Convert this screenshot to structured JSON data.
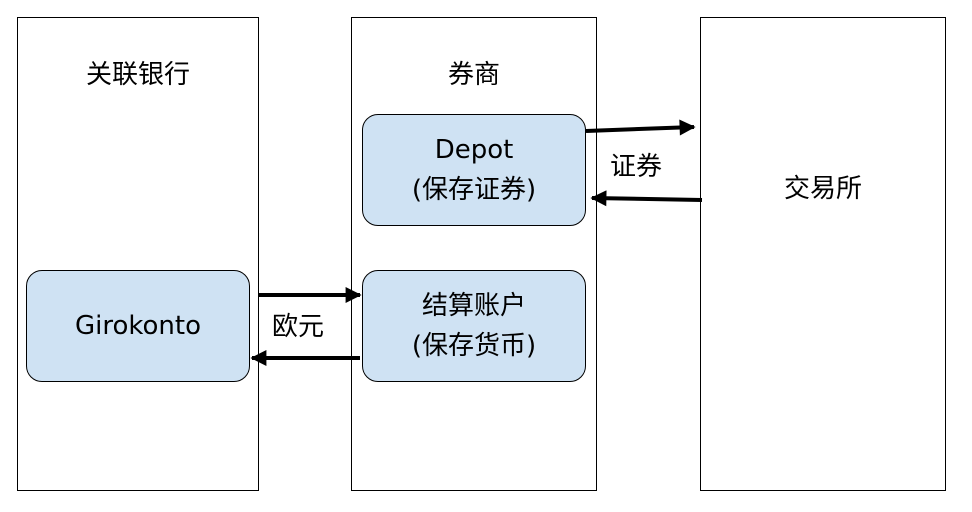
{
  "columns": {
    "bank": {
      "title": "关联银行"
    },
    "broker": {
      "title": "券商"
    },
    "exchange": {
      "title": "交易所"
    }
  },
  "boxes": {
    "girokonto": {
      "line1": "Girokonto"
    },
    "depot": {
      "line1": "Depot",
      "line2": "(保存证券)"
    },
    "settlement": {
      "line1": "结算账户",
      "line2": "(保存货币)"
    }
  },
  "arrow_labels": {
    "euro": "欧元",
    "securities": "证券"
  },
  "colors": {
    "box_fill": "#cfe2f3",
    "stroke": "#000000"
  }
}
